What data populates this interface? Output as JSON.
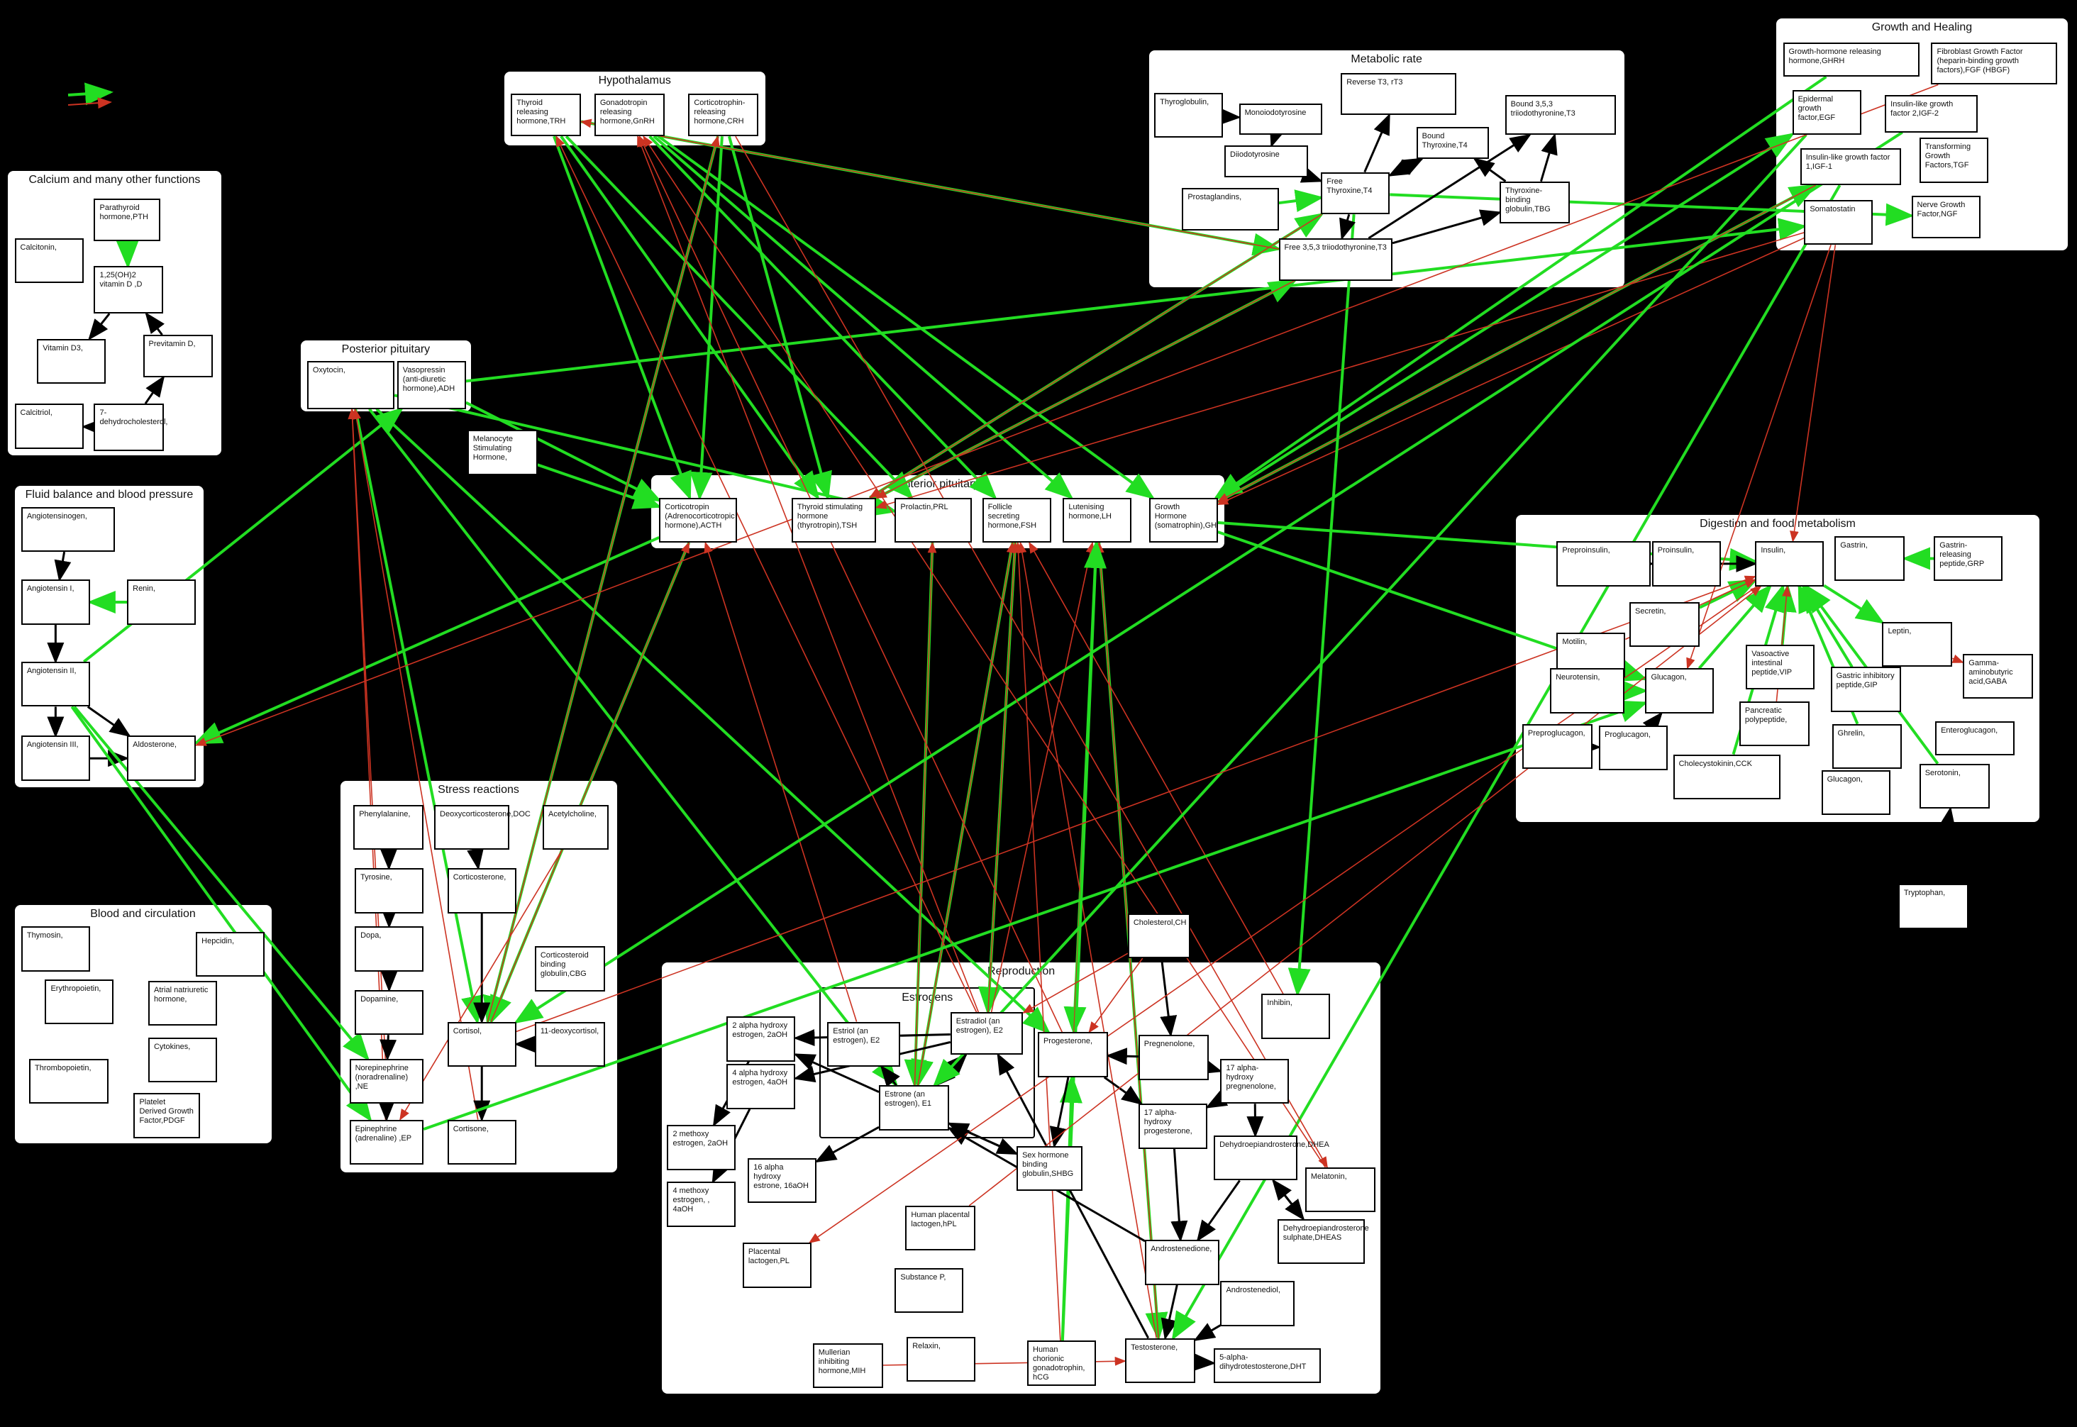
{
  "colors": {
    "background": "#000000",
    "activates": "#22dd22",
    "inhibits": "#cc3322",
    "converts": "#000000"
  },
  "groups": [
    {
      "id": "calcium",
      "title": "Calcium and many other functions"
    },
    {
      "id": "fluid",
      "title": "Fluid balance and blood pressure"
    },
    {
      "id": "blood",
      "title": "Blood and circulation"
    },
    {
      "id": "hypo",
      "title": "Hypothalamus"
    },
    {
      "id": "postpit",
      "title": "Posterior pituitary"
    },
    {
      "id": "antpit",
      "title": "Anterior pituitary"
    },
    {
      "id": "stress",
      "title": "Stress reactions"
    },
    {
      "id": "repro",
      "title": "Reproduction"
    },
    {
      "id": "estrogens",
      "title": "Estrogens"
    },
    {
      "id": "metab",
      "title": "Metabolic rate"
    },
    {
      "id": "growth",
      "title": "Growth and Healing"
    },
    {
      "id": "digest",
      "title": "Digestion and food metabolism"
    }
  ],
  "nodes": [
    {
      "id": "PTH",
      "label": "Parathyroid hormone,PTH"
    },
    {
      "id": "Calcitonin",
      "label": "Calcitonin,"
    },
    {
      "id": "D3act",
      "label": "1,25(OH)2 vitamin D ,D"
    },
    {
      "id": "VitD3",
      "label": "Vitamin D3,"
    },
    {
      "id": "PrevitD",
      "label": "Previtamin D,"
    },
    {
      "id": "Calcitriol",
      "label": "Calcitriol,"
    },
    {
      "id": "DHC7",
      "label": "7-dehydrocholesterol,"
    },
    {
      "id": "Angiotensinogen",
      "label": "Angiotensinogen,"
    },
    {
      "id": "AngI",
      "label": "Angiotensin I,"
    },
    {
      "id": "Renin",
      "label": "Renin,"
    },
    {
      "id": "AngII",
      "label": "Angiotensin II,"
    },
    {
      "id": "AngIII",
      "label": "Angiotensin III,"
    },
    {
      "id": "Aldosterone",
      "label": "Aldosterone,"
    },
    {
      "id": "Thymosin",
      "label": "Thymosin,"
    },
    {
      "id": "Hepcidin",
      "label": "Hepcidin,"
    },
    {
      "id": "EPO",
      "label": "Erythropoietin,"
    },
    {
      "id": "ANP",
      "label": "Atrial natriuretic hormone,"
    },
    {
      "id": "TPO",
      "label": "Thrombopoietin,"
    },
    {
      "id": "Cytokines",
      "label": "Cytokines,"
    },
    {
      "id": "PDGF",
      "label": "Platelet Derived Growth Factor,PDGF"
    },
    {
      "id": "TRH",
      "label": "Thyroid releasing hormone,TRH"
    },
    {
      "id": "GnRH",
      "label": "Gonadotropin releasing hormone,GnRH"
    },
    {
      "id": "CRH",
      "label": "Corticotrophin-releasing hormone,CRH"
    },
    {
      "id": "Oxytocin",
      "label": "Oxytocin,"
    },
    {
      "id": "ADH",
      "label": "Vasopressin (anti-diuretic hormone),ADH"
    },
    {
      "id": "MSH",
      "label": "Melanocyte Stimulating Hormone,"
    },
    {
      "id": "ACTH",
      "label": "Corticotropin (Adrenocorticotropic hormone),ACTH"
    },
    {
      "id": "TSH",
      "label": "Thyroid stimulating hormone (thyrotropin),TSH"
    },
    {
      "id": "PRL",
      "label": "Prolactin,PRL"
    },
    {
      "id": "FSH",
      "label": "Follicle secreting hormone,FSH"
    },
    {
      "id": "LH",
      "label": "Lutenising hormone,LH"
    },
    {
      "id": "GH",
      "label": "Growth Hormone (somatrophin),GH"
    },
    {
      "id": "Phe",
      "label": "Phenylalanine,"
    },
    {
      "id": "DOC",
      "label": "Deoxycorticosterone,DOC"
    },
    {
      "id": "ACh",
      "label": "Acetylcholine,"
    },
    {
      "id": "Tyrosine",
      "label": "Tyrosine,"
    },
    {
      "id": "Corticosterone",
      "label": "Corticosterone,"
    },
    {
      "id": "Dopa",
      "label": "Dopa,"
    },
    {
      "id": "CBG",
      "label": "Corticosteroid binding globulin,CBG"
    },
    {
      "id": "Dopamine",
      "label": "Dopamine,"
    },
    {
      "id": "Cortisol",
      "label": "Cortisol,"
    },
    {
      "id": "Deoxycortisol",
      "label": "11-deoxycortisol,"
    },
    {
      "id": "NE",
      "label": "Norepinephrine (noradrenaline) ,NE"
    },
    {
      "id": "EP",
      "label": "Epinephrine (adrenaline) ,EP"
    },
    {
      "id": "Cortisone",
      "label": "Cortisone,"
    },
    {
      "id": "E3",
      "label": "Estriol (an estrogen), E2"
    },
    {
      "id": "E2",
      "label": "Estradiol (an estrogen), E2"
    },
    {
      "id": "E1",
      "label": "Estrone (an estrogen), E1"
    },
    {
      "id": "aOH2",
      "label": "2 alpha hydroxy estrogen, 2aOH"
    },
    {
      "id": "aOH4",
      "label": "4 alpha hydroxy estrogen, 4aOH"
    },
    {
      "id": "mOH2",
      "label": "2 methoxy estrogen, 2aOH"
    },
    {
      "id": "mOH4",
      "label": "4 methoxy estrogen, , 4aOH"
    },
    {
      "id": "aOH16",
      "label": "16 alpha hydroxy estrone, 16aOH"
    },
    {
      "id": "Progesterone",
      "label": "Progesterone,"
    },
    {
      "id": "SHBG",
      "label": "Sex hormone binding globulin,SHBG"
    },
    {
      "id": "Cholesterol",
      "label": "Cholesterol,CH"
    },
    {
      "id": "Pregnenolone",
      "label": "Pregnenolone,"
    },
    {
      "id": "OHPreg17",
      "label": "17 alpha-hydroxy pregnenolone,"
    },
    {
      "id": "OHProg17",
      "label": "17 alpha-hydroxy progesterone,"
    },
    {
      "id": "DHEA",
      "label": "Dehydroepiandrosterone,DHEA"
    },
    {
      "id": "DHEAS",
      "label": "Dehydroepiandrosterone sulphate,DHEAS"
    },
    {
      "id": "Melatonin",
      "label": "Melatonin,"
    },
    {
      "id": "Androstenedione",
      "label": "Androstenedione,"
    },
    {
      "id": "Androstenediol",
      "label": "Androstenediol,"
    },
    {
      "id": "Testosterone",
      "label": "Testosterone,"
    },
    {
      "id": "DHT",
      "label": "5-alpha-dihydrotestosterone,DHT"
    },
    {
      "id": "hPL",
      "label": "Human placental lactogen,hPL"
    },
    {
      "id": "PL",
      "label": "Placental lactogen,PL"
    },
    {
      "id": "SubP",
      "label": "Substance P,"
    },
    {
      "id": "MIH",
      "label": "Mullerian inhibiting hormone,MIH"
    },
    {
      "id": "Relaxin",
      "label": "Relaxin,"
    },
    {
      "id": "hCG",
      "label": "Human chorionic gonadotrophin, hCG"
    },
    {
      "id": "Inhibin",
      "label": "Inhibin,"
    },
    {
      "id": "Thyroglobulin",
      "label": "Thyroglobulin,"
    },
    {
      "id": "MIT",
      "label": "Monoiodotyrosine"
    },
    {
      "id": "rT3",
      "label": "Reverse T3, rT3"
    },
    {
      "id": "BoundT3",
      "label": "Bound 3,5,3 triiodothyronine,T3"
    },
    {
      "id": "BoundT4",
      "label": "Bound Thyroxine,T4"
    },
    {
      "id": "DIT",
      "label": "Diiodotyrosine"
    },
    {
      "id": "FreeT4",
      "label": "Free Thyroxine,T4"
    },
    {
      "id": "TBG",
      "label": "Thyroxine-binding globulin,TBG"
    },
    {
      "id": "Prostaglandins",
      "label": "Prostaglandins,"
    },
    {
      "id": "FreeT3",
      "label": "Free 3,5,3 triiodothyronine,T3"
    },
    {
      "id": "GHRH",
      "label": "Growth-hormone releasing hormone,GHRH"
    },
    {
      "id": "FGF",
      "label": "Fibroblast Growth Factor (heparin-binding growth factors),FGF (HBGF)"
    },
    {
      "id": "EGF",
      "label": "Epidermal growth factor,EGF"
    },
    {
      "id": "IGF2",
      "label": "Insulin-like growth factor 2,IGF-2"
    },
    {
      "id": "IGF1",
      "label": "Insulin-like growth factor 1,IGF-1"
    },
    {
      "id": "TGF",
      "label": "Transforming Growth Factors,TGF"
    },
    {
      "id": "Somatostatin",
      "label": "Somatostatin"
    },
    {
      "id": "NGF",
      "label": "Nerve Growth Factor,NGF"
    },
    {
      "id": "Preproinsulin",
      "label": "Preproinsulin,"
    },
    {
      "id": "Proinsulin",
      "label": "Proinsulin,"
    },
    {
      "id": "Insulin",
      "label": "Insulin,"
    },
    {
      "id": "Gastrin",
      "label": "Gastrin,"
    },
    {
      "id": "GRP",
      "label": "Gastrin-releasing peptide,GRP"
    },
    {
      "id": "Secretin",
      "label": "Secretin,"
    },
    {
      "id": "Leptin",
      "label": "Leptin,"
    },
    {
      "id": "Motilin",
      "label": "Motilin,"
    },
    {
      "id": "VIP",
      "label": "Vasoactive intestinal peptide,VIP"
    },
    {
      "id": "GABA",
      "label": "Gamma-aminobutyric acid,GABA"
    },
    {
      "id": "Neurotensin",
      "label": "Neurotensin,"
    },
    {
      "id": "Glucagon",
      "label": "Glucagon,"
    },
    {
      "id": "GIP",
      "label": "Gastric inhibitory peptide,GIP"
    },
    {
      "id": "PancPoly",
      "label": "Pancreatic polypeptide,"
    },
    {
      "id": "Preproglucagon",
      "label": "Preproglucagon,"
    },
    {
      "id": "Proglucagon",
      "label": "Proglucagon,"
    },
    {
      "id": "Enteroglucagon",
      "label": "Enteroglucagon,"
    },
    {
      "id": "Ghrelin",
      "label": "Ghrelin,"
    },
    {
      "id": "CCK",
      "label": "Cholecystokinin,CCK"
    },
    {
      "id": "Glucagon2",
      "label": "Glucagon,"
    },
    {
      "id": "Serotonin",
      "label": "Serotonin,"
    },
    {
      "id": "Tryptophan",
      "label": "Tryptophan,"
    }
  ],
  "edges": [
    [
      "PTH",
      "D3act",
      "g"
    ],
    [
      "D3act",
      "VitD3",
      "k"
    ],
    [
      "PrevitD",
      "D3act",
      "k"
    ],
    [
      "DHC7",
      "PrevitD",
      "k"
    ],
    [
      "DHC7",
      "Calcitriol",
      "k"
    ],
    [
      "Angiotensinogen",
      "AngI",
      "k"
    ],
    [
      "AngI",
      "AngII",
      "k"
    ],
    [
      "Renin",
      "AngI",
      "g"
    ],
    [
      "AngII",
      "AngIII",
      "k"
    ],
    [
      "AngII",
      "Aldosterone",
      "k"
    ],
    [
      "AngIII",
      "Aldosterone",
      "k"
    ],
    [
      "AngII",
      "ADH",
      "g"
    ],
    [
      "AngII",
      "NE",
      "g"
    ],
    [
      "AngII",
      "EP",
      "g"
    ],
    [
      "TRH",
      "TSH",
      "g"
    ],
    [
      "TRH",
      "PRL",
      "g"
    ],
    [
      "GnRH",
      "FSH",
      "g"
    ],
    [
      "GnRH",
      "LH",
      "g"
    ],
    [
      "CRH",
      "ACTH",
      "g"
    ],
    [
      "CRH",
      "TSH",
      "g"
    ],
    [
      "TRH",
      "ACTH",
      "g"
    ],
    [
      "GnRH",
      "GH",
      "g"
    ],
    [
      "CRH",
      "Cortisol",
      "g"
    ],
    [
      "TRH",
      "FreeT3",
      "g"
    ],
    [
      "Oxytocin",
      "PRL",
      "g"
    ],
    [
      "ADH",
      "ACTH",
      "g"
    ],
    [
      "ADH",
      "Somatostatin",
      "g"
    ],
    [
      "Oxytocin",
      "E1",
      "g"
    ],
    [
      "Oxytocin",
      "Cortisol",
      "g"
    ],
    [
      "Oxytocin",
      "Progesterone",
      "g"
    ],
    [
      "MSH",
      "ACTH",
      "g"
    ],
    [
      "TSH",
      "FreeT4",
      "g"
    ],
    [
      "TSH",
      "FreeT3",
      "g"
    ],
    [
      "ACTH",
      "Cortisol",
      "g"
    ],
    [
      "ACTH",
      "Aldosterone",
      "g"
    ],
    [
      "FSH",
      "E2",
      "g"
    ],
    [
      "FSH",
      "E1",
      "g"
    ],
    [
      "LH",
      "Progesterone",
      "g"
    ],
    [
      "LH",
      "Testosterone",
      "g"
    ],
    [
      "PRL",
      "E1",
      "g"
    ],
    [
      "GH",
      "IGF1",
      "g"
    ],
    [
      "GH",
      "Insulin",
      "g"
    ],
    [
      "GH",
      "Glucagon",
      "g"
    ],
    [
      "GH",
      "EGF",
      "g"
    ],
    [
      "GHRH",
      "GH",
      "g"
    ],
    [
      "Somatostatin",
      "GH",
      "r"
    ],
    [
      "Somatostatin",
      "TSH",
      "r"
    ],
    [
      "IGF1",
      "GH",
      "r"
    ],
    [
      "FreeT4",
      "NGF",
      "g"
    ],
    [
      "FreeT4",
      "Inhibin",
      "g"
    ],
    [
      "FreeT3",
      "TRH",
      "r"
    ],
    [
      "FreeT3",
      "TSH",
      "r"
    ],
    [
      "FreeT4",
      "TSH",
      "r"
    ],
    [
      "Cortisol",
      "CRH",
      "r"
    ],
    [
      "Cortisol",
      "ACTH",
      "r"
    ],
    [
      "Cortisone",
      "Oxytocin",
      "r"
    ],
    [
      "EP",
      "Oxytocin",
      "r"
    ],
    [
      "NE",
      "Oxytocin",
      "r"
    ],
    [
      "E2",
      "GnRH",
      "r"
    ],
    [
      "E2",
      "LH",
      "r"
    ],
    [
      "E2",
      "FSH",
      "r"
    ],
    [
      "E1",
      "FSH",
      "r"
    ],
    [
      "Progesterone",
      "LH",
      "r"
    ],
    [
      "Progesterone",
      "GnRH",
      "r"
    ],
    [
      "Testosterone",
      "LH",
      "r"
    ],
    [
      "Testosterone",
      "FSH",
      "r"
    ],
    [
      "Inhibin",
      "FSH",
      "r"
    ],
    [
      "E2",
      "TRH",
      "r"
    ],
    [
      "E1",
      "PRL",
      "r"
    ],
    [
      "E3",
      "ACTH",
      "r"
    ],
    [
      "hCG",
      "FSH",
      "r"
    ],
    [
      "hCG",
      "LH",
      "g"
    ],
    [
      "hCG",
      "Progesterone",
      "g"
    ],
    [
      "Phe",
      "Tyrosine",
      "k"
    ],
    [
      "Tyrosine",
      "Dopa",
      "k"
    ],
    [
      "Dopa",
      "Dopamine",
      "k"
    ],
    [
      "Dopamine",
      "NE",
      "k"
    ],
    [
      "NE",
      "EP",
      "k"
    ],
    [
      "DOC",
      "Corticosterone",
      "k"
    ],
    [
      "Corticosterone",
      "Cortisol",
      "k"
    ],
    [
      "Deoxycortisol",
      "Cortisol",
      "k"
    ],
    [
      "Cortisol",
      "Cortisone",
      "k"
    ],
    [
      "Cholesterol",
      "Pregnenolone",
      "k"
    ],
    [
      "Pregnenolone",
      "Progesterone",
      "k"
    ],
    [
      "Pregnenolone",
      "OHPreg17",
      "k"
    ],
    [
      "Progesterone",
      "OHProg17",
      "k"
    ],
    [
      "OHPreg17",
      "OHProg17",
      "k"
    ],
    [
      "OHPreg17",
      "DHEA",
      "k"
    ],
    [
      "OHProg17",
      "Androstenedione",
      "k"
    ],
    [
      "DHEA",
      "Androstenedione",
      "k"
    ],
    [
      "DHEA",
      "DHEAS",
      "k"
    ],
    [
      "DHEAS",
      "DHEA",
      "k"
    ],
    [
      "Androstenedione",
      "Testosterone",
      "k"
    ],
    [
      "Androstenediol",
      "Testosterone",
      "k"
    ],
    [
      "Testosterone",
      "DHT",
      "k"
    ],
    [
      "Testosterone",
      "E2",
      "k"
    ],
    [
      "Androstenedione",
      "E1",
      "k"
    ],
    [
      "E1",
      "E2",
      "k"
    ],
    [
      "E2",
      "E1",
      "k"
    ],
    [
      "E1",
      "E3",
      "k"
    ],
    [
      "E2",
      "aOH2",
      "k"
    ],
    [
      "E2",
      "aOH4",
      "k"
    ],
    [
      "aOH2",
      "mOH2",
      "k"
    ],
    [
      "aOH4",
      "mOH4",
      "k"
    ],
    [
      "E1",
      "aOH16",
      "k"
    ],
    [
      "E1",
      "aOH2",
      "k"
    ],
    [
      "Thyroglobulin",
      "MIT",
      "k"
    ],
    [
      "MIT",
      "DIT",
      "k"
    ],
    [
      "DIT",
      "FreeT4",
      "k"
    ],
    [
      "FreeT4",
      "FreeT3",
      "k"
    ],
    [
      "FreeT4",
      "rT3",
      "k"
    ],
    [
      "FreeT4",
      "BoundT4",
      "k"
    ],
    [
      "BoundT4",
      "FreeT4",
      "k"
    ],
    [
      "FreeT3",
      "BoundT3",
      "k"
    ],
    [
      "TBG",
      "BoundT4",
      "k"
    ],
    [
      "TBG",
      "BoundT3",
      "k"
    ],
    [
      "FreeT3",
      "TBG",
      "k"
    ],
    [
      "Preproinsulin",
      "Proinsulin",
      "k"
    ],
    [
      "Proinsulin",
      "Insulin",
      "k"
    ],
    [
      "GRP",
      "Gastrin",
      "g"
    ],
    [
      "Preproglucagon",
      "Proglucagon",
      "k"
    ],
    [
      "Proglucagon",
      "Glucagon",
      "k"
    ],
    [
      "Secretin",
      "Insulin",
      "g"
    ],
    [
      "VIP",
      "Insulin",
      "g"
    ],
    [
      "GIP",
      "Insulin",
      "g"
    ],
    [
      "CCK",
      "Insulin",
      "g"
    ],
    [
      "Glucagon",
      "Insulin",
      "g"
    ],
    [
      "Ghrelin",
      "Insulin",
      "g"
    ],
    [
      "Serotonin",
      "Insulin",
      "g"
    ],
    [
      "Tryptophan",
      "Serotonin",
      "k"
    ],
    [
      "Insulin",
      "Leptin",
      "g"
    ],
    [
      "Somatostatin",
      "Insulin",
      "r"
    ],
    [
      "Somatostatin",
      "Glucagon",
      "r"
    ],
    [
      "Leptin",
      "GABA",
      "r"
    ],
    [
      "Neurotensin",
      "Glucagon",
      "g"
    ],
    [
      "Motilin",
      "Insulin",
      "r"
    ],
    [
      "PancPoly",
      "Insulin",
      "r"
    ],
    [
      "Prostaglandins",
      "FreeT4",
      "g"
    ],
    [
      "EGF",
      "E1",
      "g"
    ],
    [
      "IGF1",
      "Testosterone",
      "g"
    ],
    [
      "IGF2",
      "Cortisol",
      "g"
    ],
    [
      "FGF",
      "Aldosterone",
      "r"
    ],
    [
      "Insulin",
      "PL",
      "r"
    ],
    [
      "Melatonin",
      "GnRH",
      "r"
    ],
    [
      "Progesterone",
      "SHBG",
      "k"
    ],
    [
      "E1",
      "SHBG",
      "k"
    ],
    [
      "SHBG",
      "E1",
      "k"
    ],
    [
      "EP",
      "Glucagon",
      "g"
    ],
    [
      "Cortisol",
      "Insulin",
      "r"
    ],
    [
      "ACh",
      "EP",
      "r"
    ],
    [
      "hPL",
      "Insulin",
      "r"
    ],
    [
      "CRH",
      "Melatonin",
      "r"
    ],
    [
      "MIH",
      "Testosterone",
      "r"
    ],
    [
      "Cholesterol",
      "E2",
      "r"
    ],
    [
      "Cholesterol",
      "Progesterone",
      "r"
    ]
  ]
}
